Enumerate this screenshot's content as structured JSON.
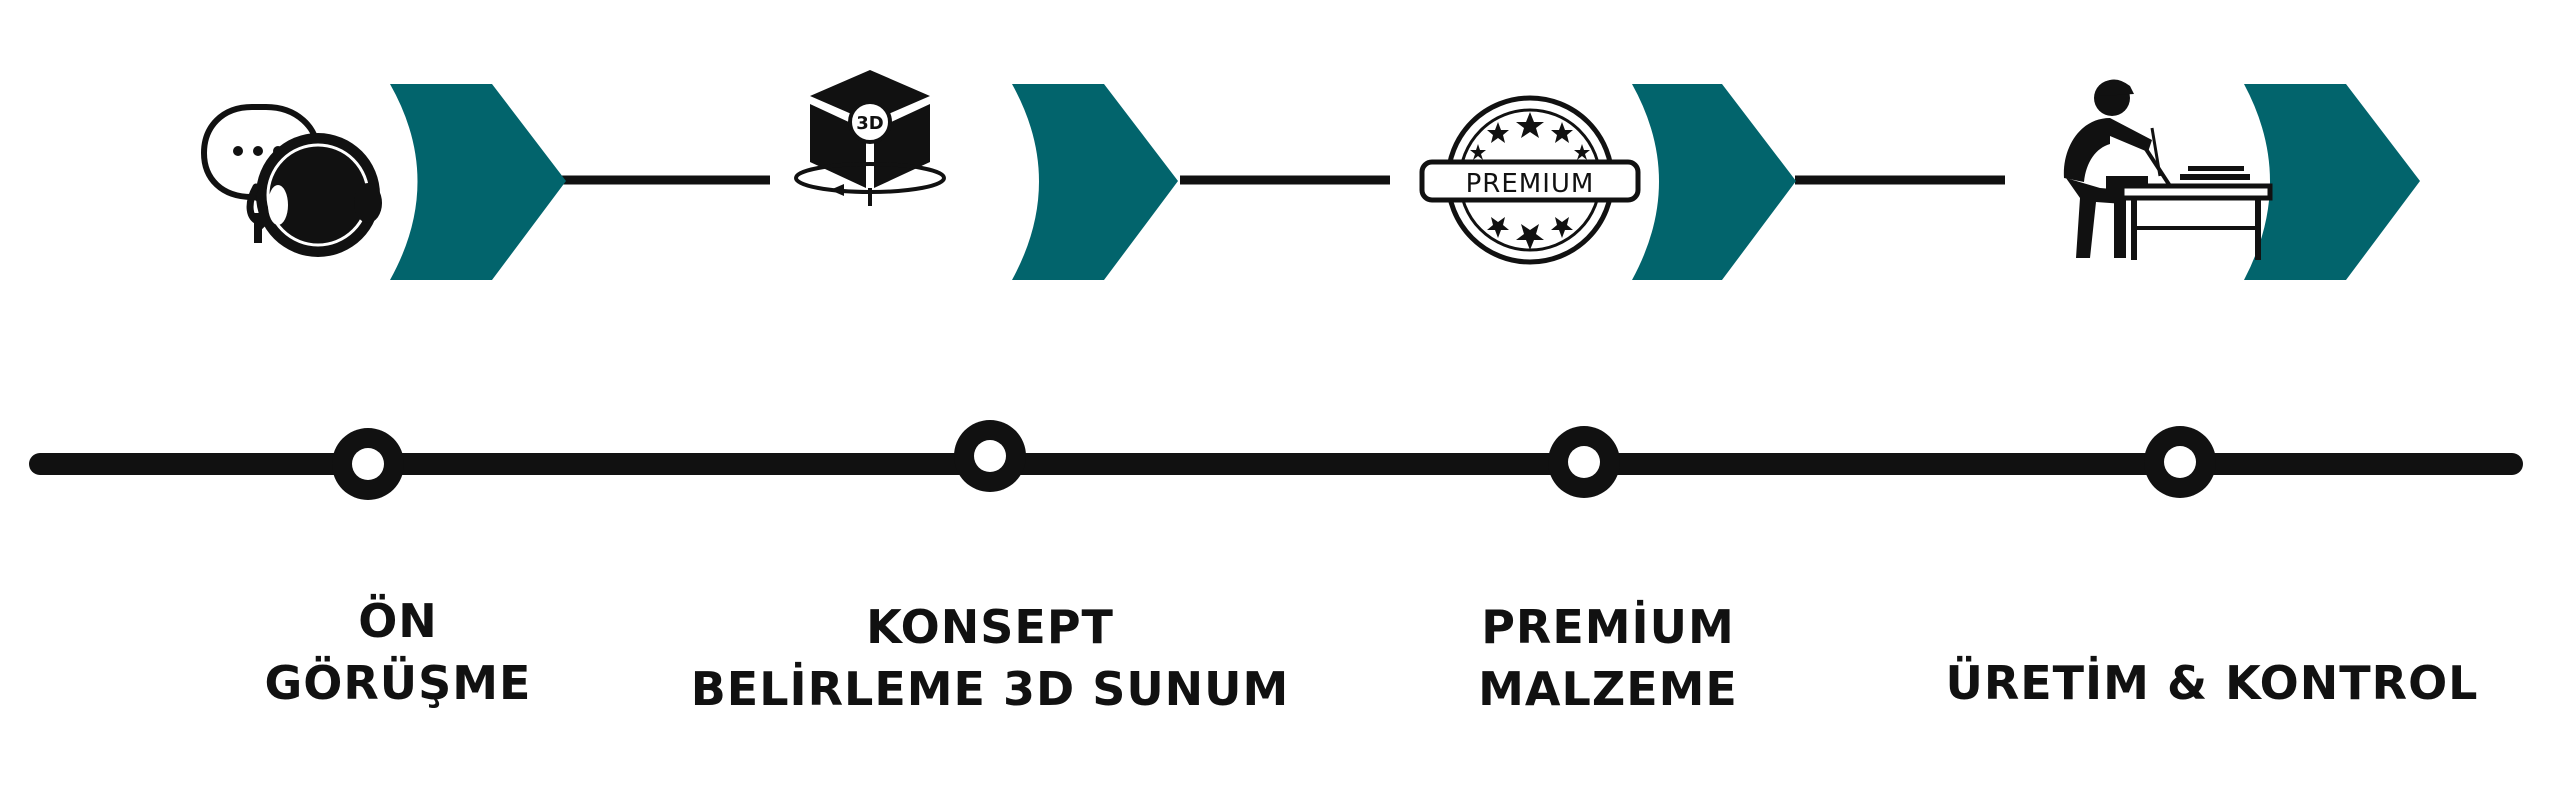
{
  "colors": {
    "accent": "#02646c",
    "line": "#111111",
    "background": "#ffffff"
  },
  "steps": [
    {
      "id": "on-gorusme",
      "icon": "consultation-headset-icon",
      "lines": [
        "ÖN",
        "GÖRÜŞME"
      ]
    },
    {
      "id": "konsept",
      "icon": "3d-box-rotate-icon",
      "icon_text": "3D",
      "lines": [
        "KONSEPT",
        "BELİRLEME 3D SUNUM"
      ]
    },
    {
      "id": "premium",
      "icon": "premium-seal-icon",
      "icon_text": "PREMIUM",
      "lines": [
        "PREMİUM",
        "MALZEME"
      ]
    },
    {
      "id": "uretim",
      "icon": "craftsman-workbench-icon",
      "lines": [
        "ÜRETİM & KONTROL"
      ]
    }
  ]
}
